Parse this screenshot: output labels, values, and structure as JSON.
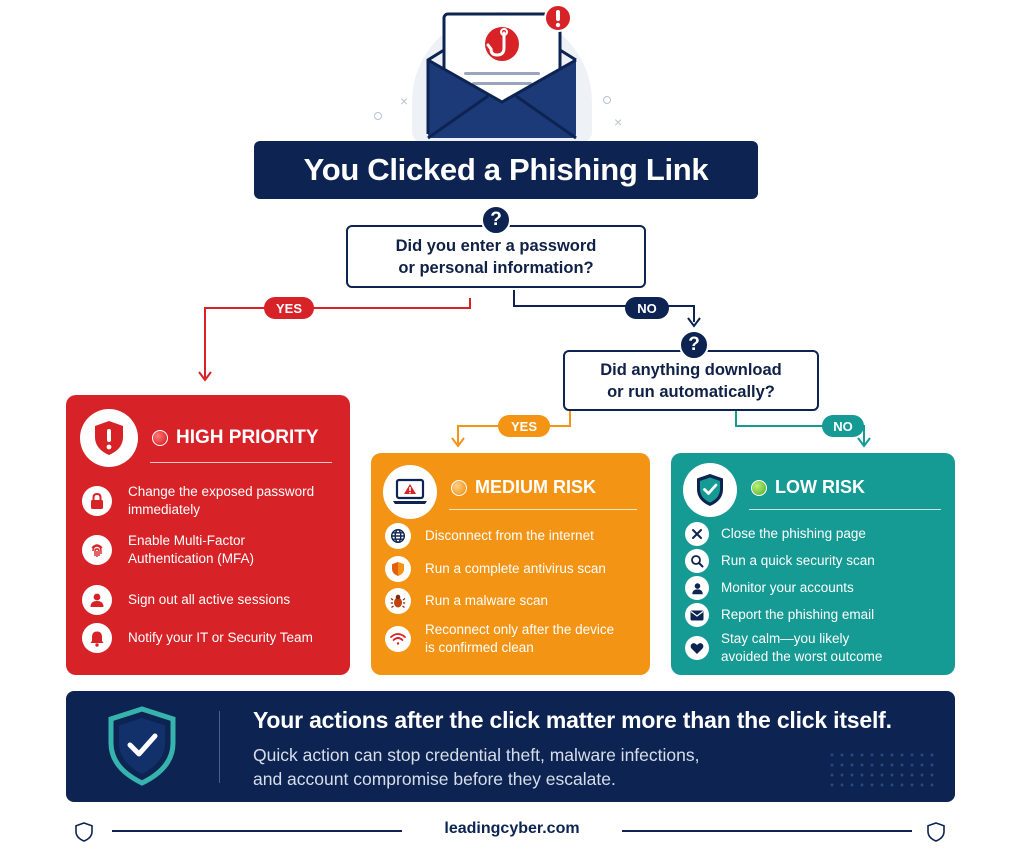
{
  "title": "You Clicked a Phishing Link",
  "question1": {
    "badge": "?",
    "line1": "Did you enter a password",
    "line2": "or personal information?"
  },
  "question2": {
    "badge": "?",
    "line1": "Did anything download",
    "line2": "or run automatically?"
  },
  "branches": {
    "q1_yes": "YES",
    "q1_no": "NO",
    "q2_yes": "YES",
    "q2_no": "NO"
  },
  "high": {
    "title": "HIGH PRIORITY",
    "icon": "shield-alert-icon",
    "color": "#d72227",
    "items": [
      {
        "icon": "lock-icon",
        "line1": "Change the exposed password",
        "line2": "immediately"
      },
      {
        "icon": "fingerprint-icon",
        "line1": "Enable Multi-Factor",
        "line2": "Authentication (MFA)"
      },
      {
        "icon": "user-icon",
        "line1": "Sign out all active sessions",
        "line2": ""
      },
      {
        "icon": "bell-icon",
        "line1": "Notify your IT or Security Team",
        "line2": ""
      }
    ]
  },
  "medium": {
    "title": "MEDIUM RISK",
    "icon": "laptop-warning-icon",
    "color": "#f39414",
    "items": [
      {
        "icon": "globe-icon",
        "line1": "Disconnect from the internet",
        "line2": ""
      },
      {
        "icon": "shield-icon",
        "line1": "Run a complete antivirus scan",
        "line2": ""
      },
      {
        "icon": "bug-icon",
        "line1": "Run a malware scan",
        "line2": ""
      },
      {
        "icon": "wifi-icon",
        "line1": "Reconnect only after the device",
        "line2": "is confirmed clean"
      }
    ]
  },
  "low": {
    "title": "LOW RISK",
    "icon": "shield-check-icon",
    "color": "#159a94",
    "items": [
      {
        "icon": "close-icon",
        "line1": "Close the phishing page",
        "line2": ""
      },
      {
        "icon": "search-icon",
        "line1": "Run a quick security scan",
        "line2": ""
      },
      {
        "icon": "user-icon",
        "line1": "Monitor your accounts",
        "line2": ""
      },
      {
        "icon": "mail-icon",
        "line1": "Report the phishing email",
        "line2": ""
      },
      {
        "icon": "heart-icon",
        "line1": "Stay calm—you likely",
        "line2": "avoided the worst outcome"
      }
    ]
  },
  "banner": {
    "headline": "Your actions after the click matter more than the click itself.",
    "sub1": "Quick action can stop credential theft, malware infections,",
    "sub2": "and account compromise before they escalate."
  },
  "footer": "leadingcyber.com",
  "colors": {
    "navy": "#0d2452",
    "red": "#d72227",
    "orange": "#f39414",
    "teal": "#159a94"
  }
}
